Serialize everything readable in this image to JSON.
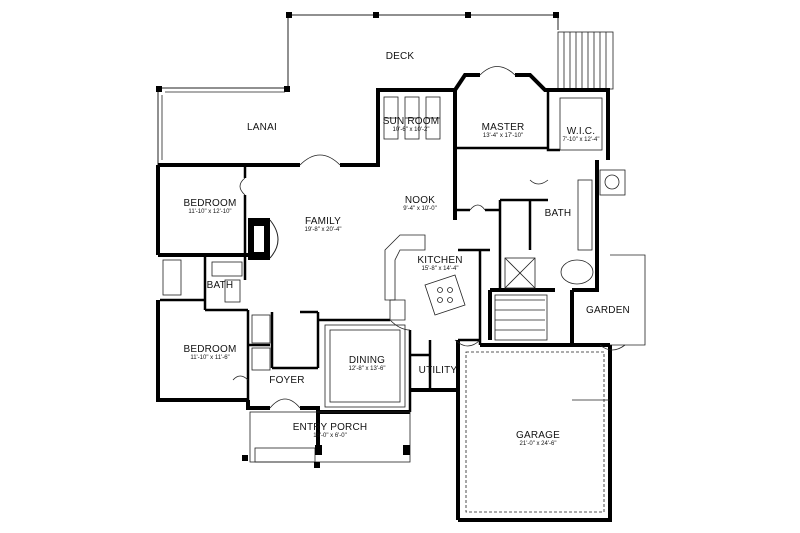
{
  "rooms": {
    "deck": {
      "name": "DECK"
    },
    "lanai": {
      "name": "LANAI"
    },
    "sunroom": {
      "name": "SUN ROOM",
      "dims": "10'-6\" x 10'-2\""
    },
    "master": {
      "name": "MASTER",
      "dims": "13'-4\" x 17'-10\""
    },
    "wic": {
      "name": "W.I.C.",
      "dims": "7'-10\" x 12'-4\""
    },
    "bedroom1": {
      "name": "BEDROOM",
      "dims": "11'-10\" x 12'-10\""
    },
    "family": {
      "name": "FAMILY",
      "dims": "19'-8\" x 20'-4\""
    },
    "nook": {
      "name": "NOOK",
      "dims": "9'-4\" x 10'-0\""
    },
    "bath1": {
      "name": "BATH"
    },
    "bath2": {
      "name": "BATH"
    },
    "kitchen": {
      "name": "KITCHEN",
      "dims": "15'-8\" x 14'-4\""
    },
    "garden": {
      "name": "GARDEN"
    },
    "bedroom2": {
      "name": "BEDROOM",
      "dims": "11'-10\" x 11'-6\""
    },
    "dining": {
      "name": "DINING",
      "dims": "12'-8\" x 13'-6\""
    },
    "foyer": {
      "name": "FOYER"
    },
    "utility": {
      "name": "UTILITY"
    },
    "entry": {
      "name": "ENTRY PORCH",
      "dims": "18'-0\" x 6'-0\""
    },
    "garage": {
      "name": "GARAGE",
      "dims": "21'-0\" x 24'-6\""
    }
  }
}
